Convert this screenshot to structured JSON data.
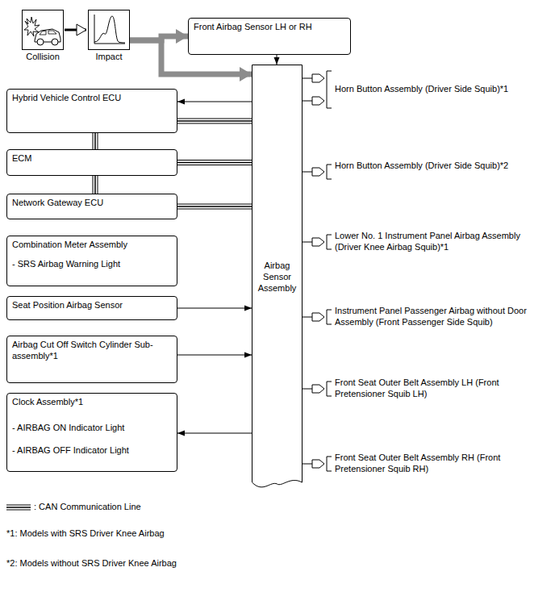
{
  "diagram": {
    "nodes": [
      {
        "text": [
          "Collision"
        ]
      },
      {
        "text": [
          "Impact"
        ]
      },
      {
        "text": [
          "Front Airbag Sensor LH or RH"
        ]
      },
      {
        "text": [
          "Hybrid Vehicle Control ECU"
        ]
      },
      {
        "text": [
          "ECM"
        ]
      },
      {
        "text": [
          "Network Gateway ECU"
        ]
      },
      {
        "text": [
          "Combination Meter Assembly",
          "- SRS Airbag Warning Light"
        ]
      },
      {
        "text": [
          "Seat Position Airbag Sensor"
        ]
      },
      {
        "text": [
          "Airbag Cut Off Switch Cylinder Sub-assembly*1"
        ]
      },
      {
        "text": [
          "Clock Assembly*1",
          "- AIRBAG ON Indicator Light",
          "- AIRBAG OFF Indicator Light"
        ]
      },
      {
        "text": [
          "Airbag Sensor Assembly"
        ]
      },
      {
        "text": [
          "Horn Button Assembly (Driver Side Squib)*1"
        ]
      },
      {
        "text": [
          "Horn Button Assembly (Driver Side Squib)*2"
        ]
      },
      {
        "text": [
          "Lower No. 1 Instrument Panel Airbag Assembly (Driver Knee Airbag Squib)*1"
        ]
      },
      {
        "text": [
          "Instrument Panel Passenger Airbag without Door Assembly (Front Passenger Side Squib)"
        ]
      },
      {
        "text": [
          "Front Seat Outer Belt Assembly LH (Front Pretensioner Squib LH)"
        ]
      },
      {
        "text": [
          "Front Seat Outer Belt Assembly RH (Front Pretensioner Squib RH)"
        ]
      }
    ],
    "edges": [
      {
        "from": 0,
        "to": 1,
        "arrow": "to"
      },
      {
        "from": 1,
        "to": 2,
        "arrow": "to"
      },
      {
        "from": 1,
        "to": 10,
        "arrow": "to"
      },
      {
        "from": 2,
        "to": 10,
        "arrow": "to"
      },
      {
        "from": 10,
        "to": 3,
        "arrow": "to"
      },
      {
        "from": 3,
        "to": 4,
        "arrow": "none"
      },
      {
        "from": 4,
        "to": 5,
        "arrow": "none"
      },
      {
        "from": 3,
        "to": 10,
        "arrow": "none"
      },
      {
        "from": 4,
        "to": 10,
        "arrow": "none"
      },
      {
        "from": 5,
        "to": 10,
        "arrow": "none"
      },
      {
        "from": 7,
        "to": 10,
        "arrow": "to"
      },
      {
        "from": 8,
        "to": 10,
        "arrow": "to"
      },
      {
        "from": 10,
        "to": 9,
        "arrow": "to"
      },
      {
        "from": 10,
        "to": 11,
        "arrow": "none"
      },
      {
        "from": 10,
        "to": 11,
        "arrow": "none"
      },
      {
        "from": 10,
        "to": 12,
        "arrow": "none"
      },
      {
        "from": 10,
        "to": 13,
        "arrow": "none"
      },
      {
        "from": 10,
        "to": 14,
        "arrow": "none"
      },
      {
        "from": 10,
        "to": 15,
        "arrow": "none"
      },
      {
        "from": 10,
        "to": 16,
        "arrow": "none"
      }
    ],
    "labels": [
      "*1: Models with SRS Driver Knee Airbag",
      "*2: Models without SRS Driver Knee Airbag"
    ],
    "legend": [
      {
        "text": ": CAN Communication Line"
      }
    ]
  }
}
